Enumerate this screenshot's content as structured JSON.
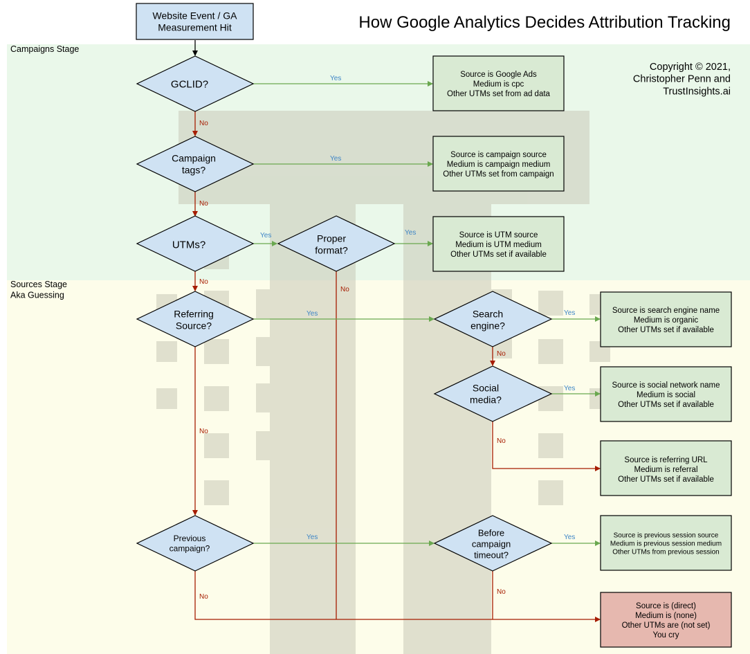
{
  "title": "How Google Analytics Decides Attribution Tracking",
  "copyright": [
    "Copyright © 2021,",
    "Christopher Penn and",
    "TrustInsights.ai"
  ],
  "stages": {
    "campaigns": [
      "Campaigns Stage"
    ],
    "sources": [
      "Sources Stage",
      "Aka Guessing"
    ]
  },
  "start": [
    "Website Event / GA",
    "Measurement Hit"
  ],
  "decisions": {
    "gclid": [
      "GCLID?"
    ],
    "campaign_tags": [
      "Campaign",
      "tags?"
    ],
    "utms": [
      "UTMs?"
    ],
    "proper_format": [
      "Proper",
      "format?"
    ],
    "referring_source": [
      "Referring",
      "Source?"
    ],
    "search_engine": [
      "Search",
      "engine?"
    ],
    "social_media": [
      "Social",
      "media?"
    ],
    "previous_campaign": [
      "Previous",
      "campaign?"
    ],
    "before_timeout": [
      "Before",
      "campaign",
      "timeout?"
    ]
  },
  "outcomes": {
    "google_ads": [
      "Source is Google Ads",
      "Medium is cpc",
      "Other UTMs set from ad data"
    ],
    "campaign": [
      "Source is campaign source",
      "Medium is campaign medium",
      "Other UTMs set from campaign"
    ],
    "utm": [
      "Source is UTM source",
      "Medium is UTM medium",
      "Other UTMs set if available"
    ],
    "organic": [
      "Source is search engine name",
      "Medium is organic",
      "Other UTMs set if available"
    ],
    "social": [
      "Source is social network name",
      "Medium is social",
      "Other UTMs set if available"
    ],
    "referral": [
      "Source is referring URL",
      "Medium is referral",
      "Other UTMs set if available"
    ],
    "previous": [
      "Source is previous session source",
      "Medium is previous session medium",
      "Other UTMs from previous session"
    ],
    "direct": [
      "Source is (direct)",
      "Medium is (none)",
      "Other UTMs are (not set)",
      "You cry"
    ]
  },
  "edge_labels": {
    "yes": "Yes",
    "no": "No"
  },
  "colors": {
    "campaigns_band": "#eaf8ea",
    "sources_band": "#fdfdea",
    "diamond_fill": "#cfe2f3",
    "start_fill": "#cfe2f3",
    "outcome_fill": "#d9ead3",
    "direct_fill": "#e6b8af",
    "yes_line": "#6aa84f",
    "no_line": "#a61c00",
    "yes_text": "#3d85c6",
    "watermark": "#c9c9b8"
  }
}
